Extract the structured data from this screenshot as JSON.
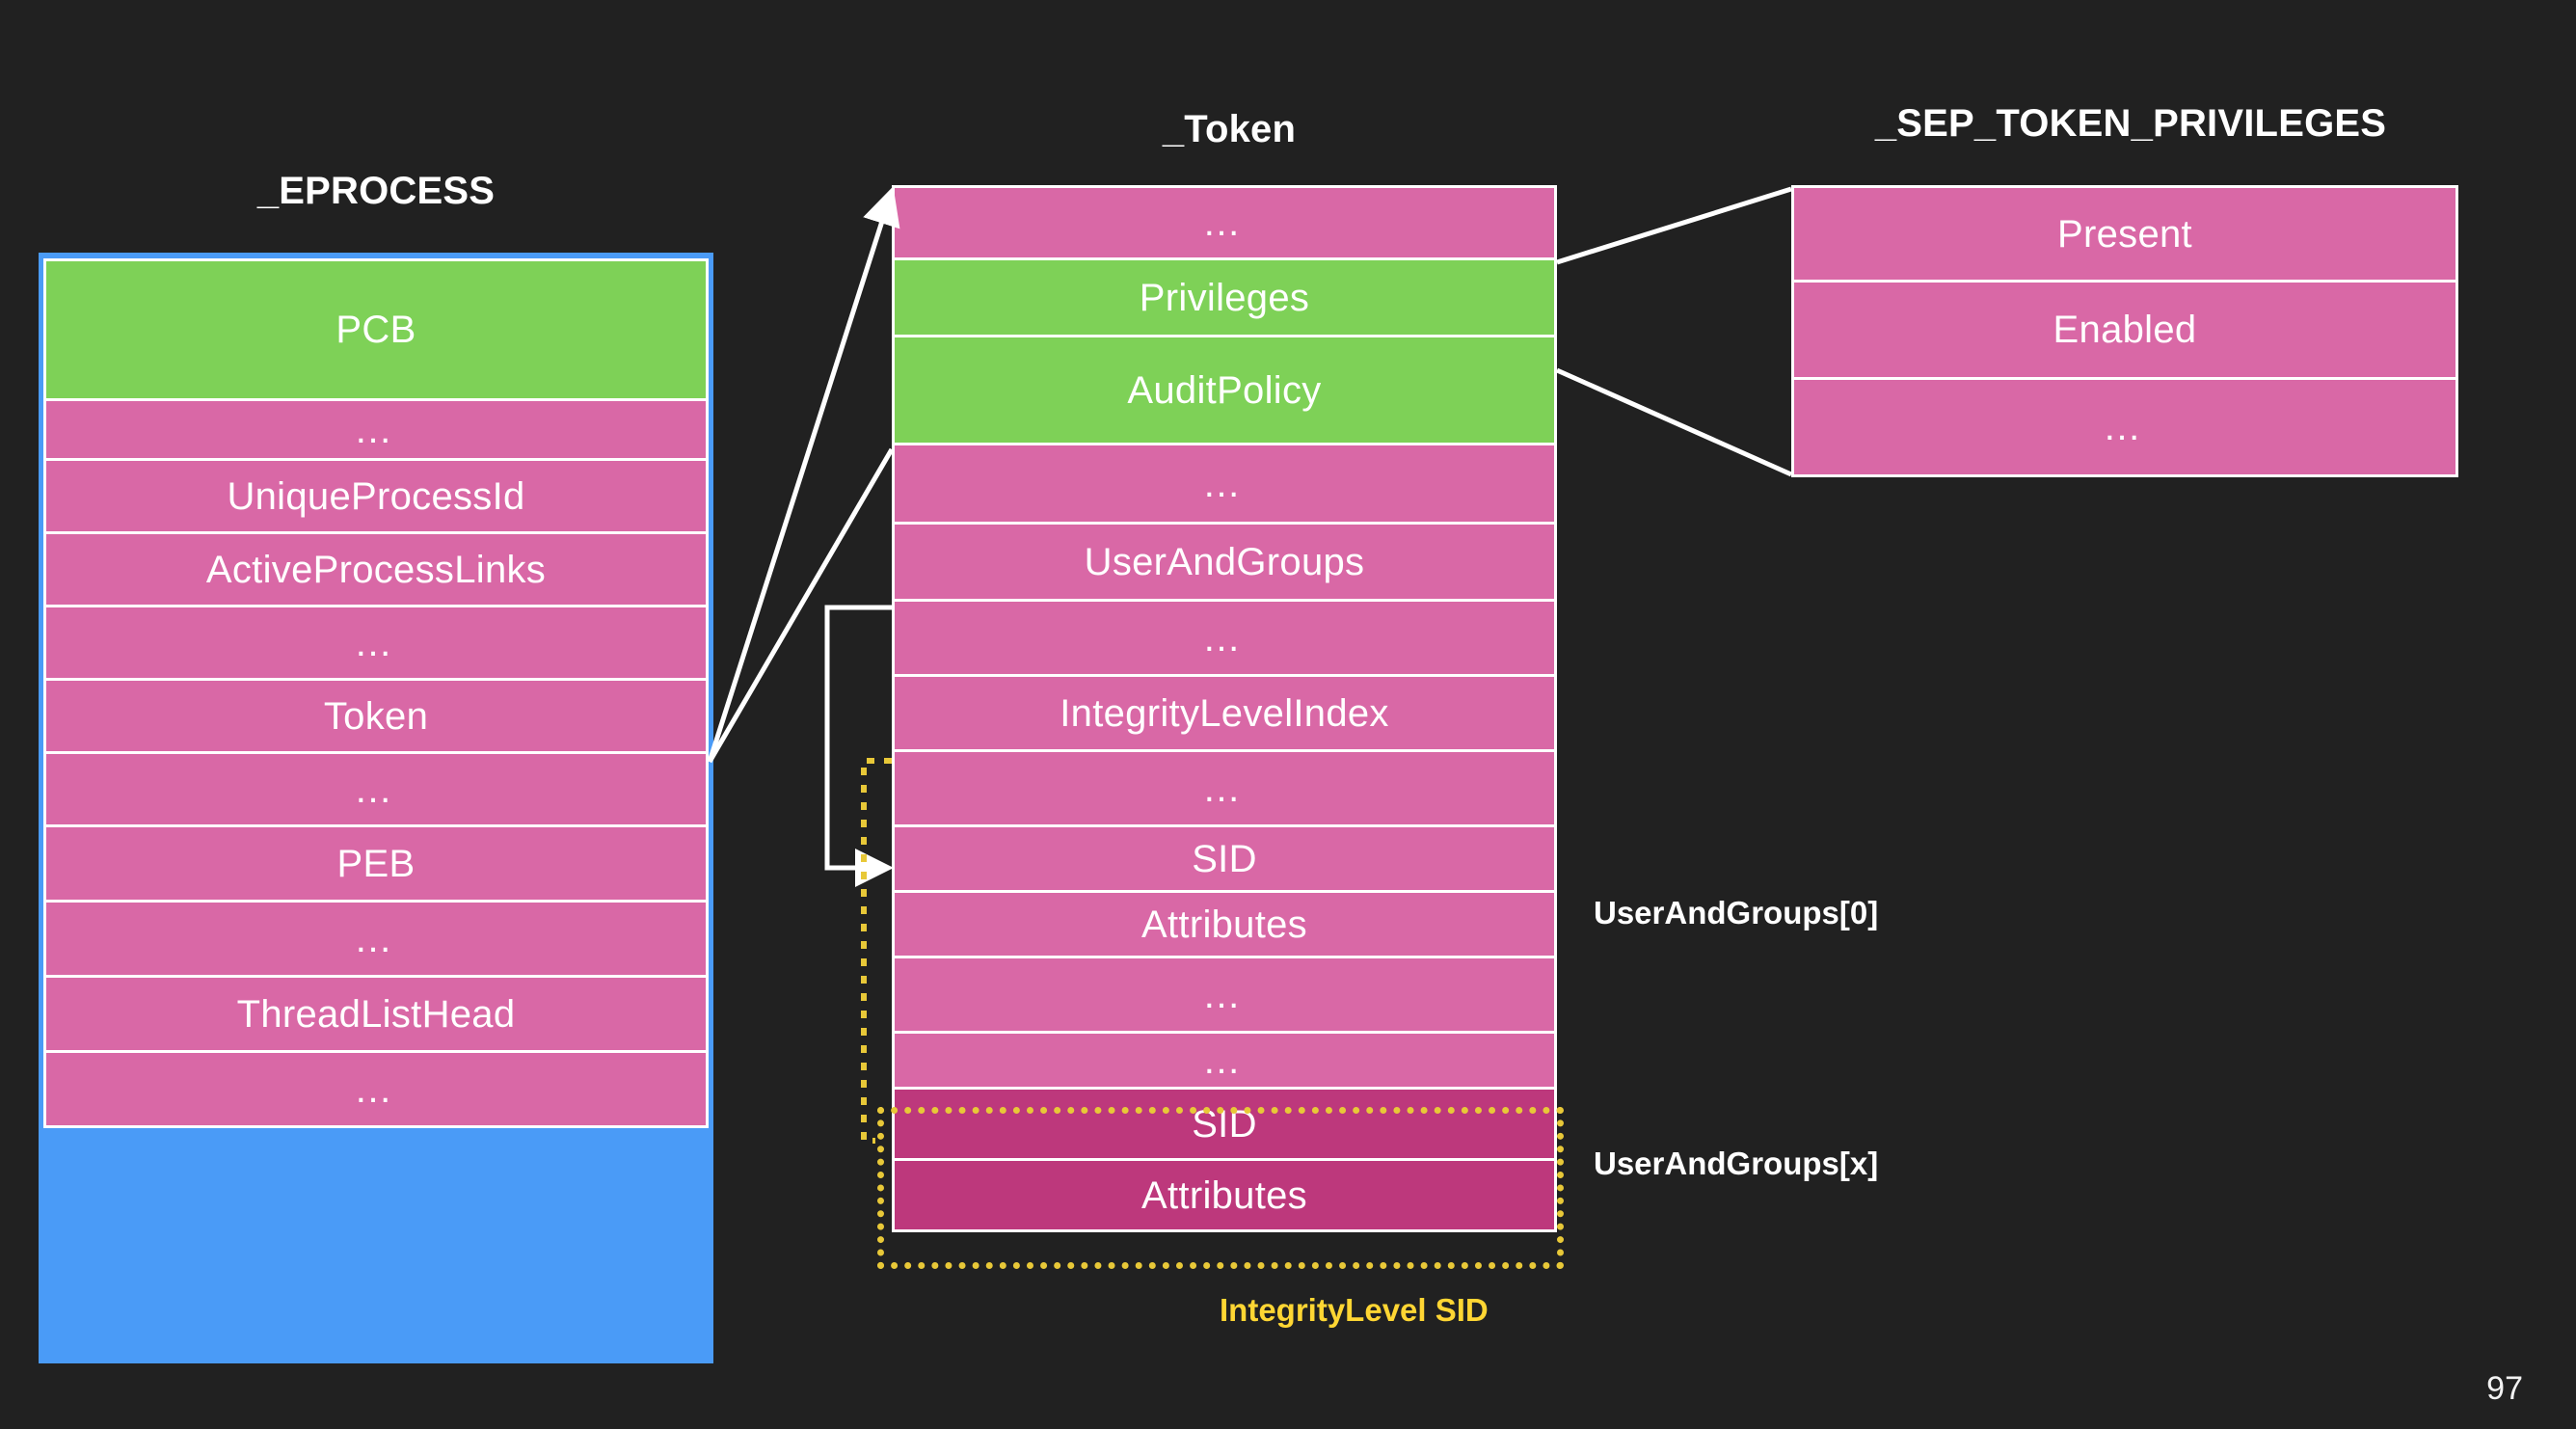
{
  "slide": {
    "page_number": "97",
    "background_color": "#212121",
    "colors": {
      "pink": "#d968a6",
      "green": "#7ed157",
      "dark_pink": "#bd387c",
      "blue": "#4a9bf7",
      "highlight_yellow": "#e8c838",
      "label_yellow": "#ffd633",
      "line_white": "#ffffff"
    }
  },
  "eprocess": {
    "title": "_EPROCESS",
    "rows": [
      {
        "label": "PCB",
        "color": "green"
      },
      {
        "label": "…",
        "color": "pink"
      },
      {
        "label": "UniqueProcessId",
        "color": "pink"
      },
      {
        "label": "ActiveProcessLinks",
        "color": "pink"
      },
      {
        "label": "…",
        "color": "pink"
      },
      {
        "label": "Token",
        "color": "pink"
      },
      {
        "label": "…",
        "color": "pink"
      },
      {
        "label": "PEB",
        "color": "pink"
      },
      {
        "label": "…",
        "color": "pink"
      },
      {
        "label": "ThreadListHead",
        "color": "pink"
      },
      {
        "label": "…",
        "color": "pink"
      },
      {
        "label": "",
        "color": "blue"
      }
    ]
  },
  "token": {
    "title": "_Token",
    "rows": [
      {
        "label": "…",
        "color": "pink"
      },
      {
        "label": "Privileges",
        "color": "green"
      },
      {
        "label": "AuditPolicy",
        "color": "green"
      },
      {
        "label": "…",
        "color": "pink"
      },
      {
        "label": "UserAndGroups",
        "color": "pink"
      },
      {
        "label": "…",
        "color": "pink"
      },
      {
        "label": "IntegrityLevelIndex",
        "color": "pink"
      },
      {
        "label": "…",
        "color": "pink"
      },
      {
        "label": "SID",
        "color": "pink"
      },
      {
        "label": "Attributes",
        "color": "pink"
      },
      {
        "label": "…",
        "color": "pink"
      },
      {
        "label": "…",
        "color": "pink"
      },
      {
        "label": "SID",
        "color": "dark_pink"
      },
      {
        "label": "Attributes",
        "color": "dark_pink"
      }
    ]
  },
  "sep_token_privileges": {
    "title": "_SEP_TOKEN_PRIVILEGES",
    "rows": [
      {
        "label": "Present",
        "color": "pink"
      },
      {
        "label": "Enabled",
        "color": "pink"
      },
      {
        "label": "…",
        "color": "pink"
      }
    ]
  },
  "annotations": {
    "user_and_groups_0": "UserAndGroups[0]",
    "user_and_groups_x": "UserAndGroups[x]",
    "integrity_level_sid": "IntegrityLevel SID"
  }
}
